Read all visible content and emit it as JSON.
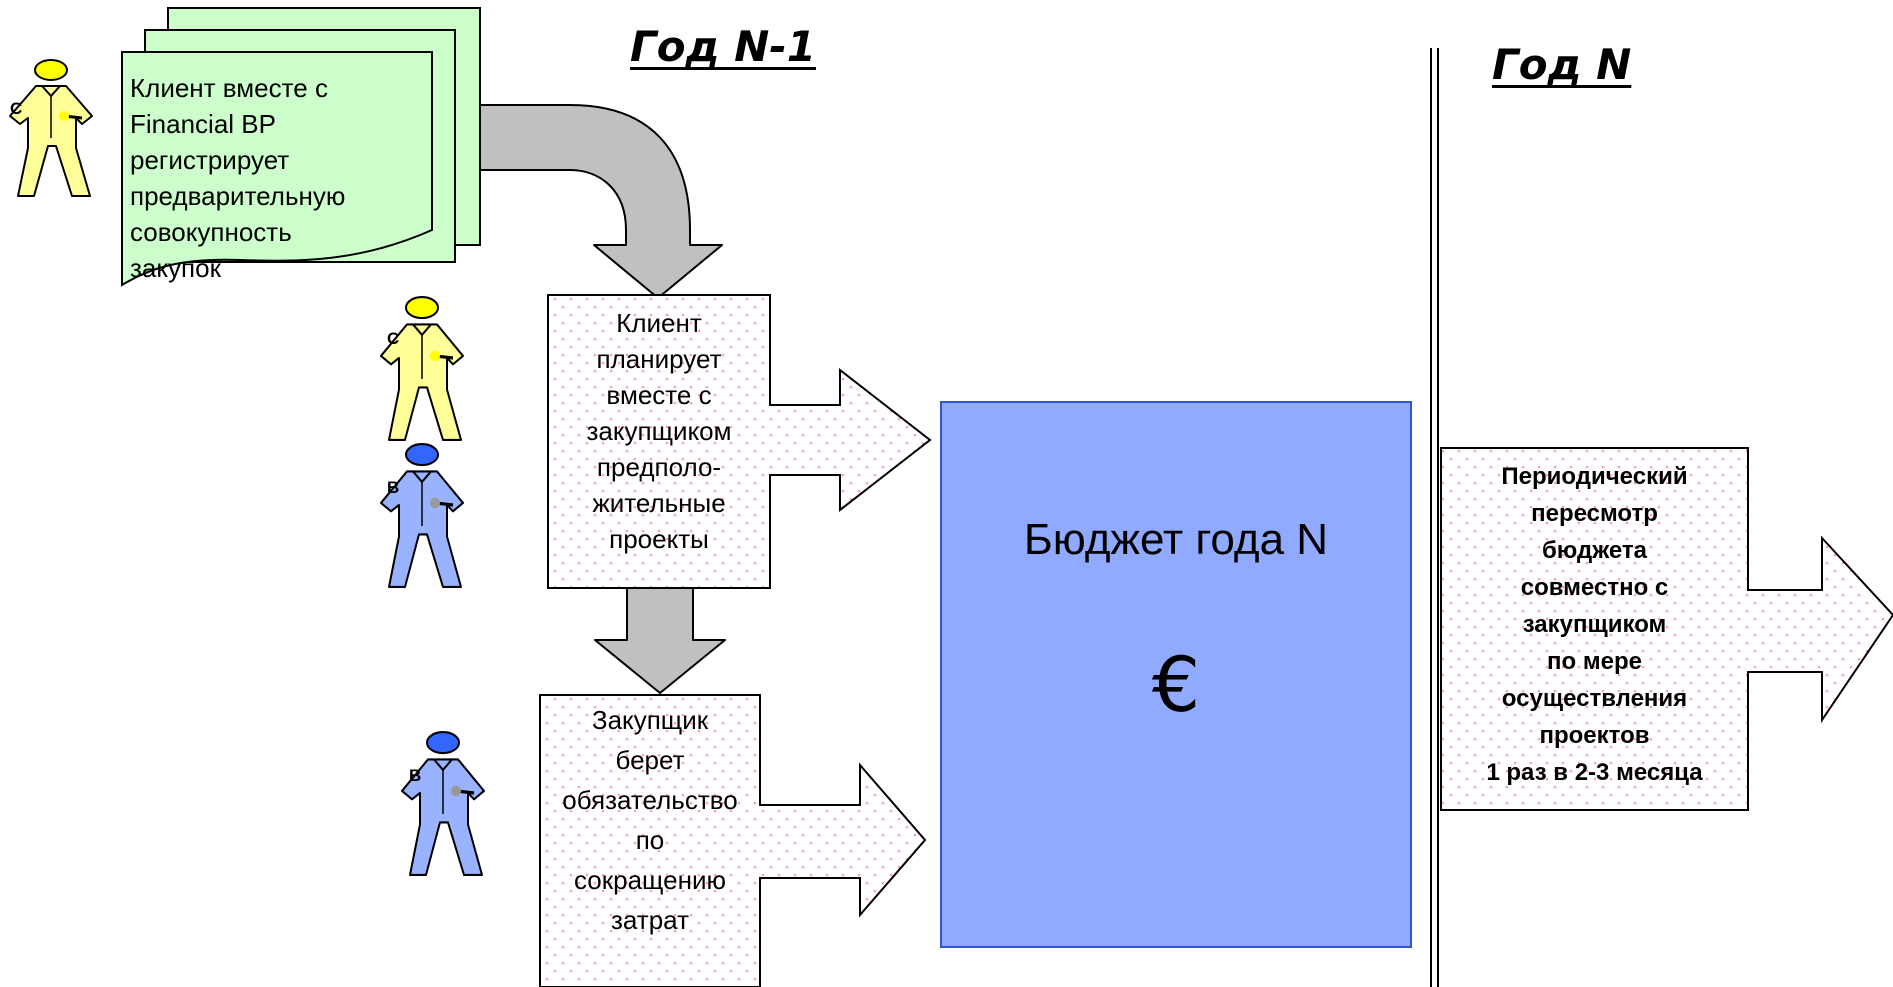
{
  "headings": {
    "year_prev": "Год N-1",
    "year_cur": "Год N"
  },
  "persons": {
    "client_letter": "C",
    "buyer_letter": "B"
  },
  "steps": {
    "register": "Клиент вместе с\nFinancial BP\nрегистрирует\nпредварительную\nсовокупность\nзакупок",
    "plan": "Клиент\nпланирует\nвместе с\nзакупщиком\nпредполо-\nжительные\nпроекты",
    "commit": "Закупщик\nберет\nобязательство\nпо\nсокращению\nзатрат",
    "review": "Периодический\nпересмотр\nбюджета\nсовместно с\nзакупщиком\nпо мере\nосуществления\nпроектов\n1 раз в 2-3 месяца"
  },
  "budget": {
    "title": "Бюджет года N",
    "currency": "€"
  },
  "colors": {
    "client": "#ffff99",
    "client_head": "#ffff00",
    "buyer": "#99b3ff",
    "buyer_head": "#3366ff",
    "document": "#ccffcc",
    "budget_box": "#8faaff",
    "grey_arrow": "#c0c0c0",
    "dots": "#ff99cc"
  }
}
